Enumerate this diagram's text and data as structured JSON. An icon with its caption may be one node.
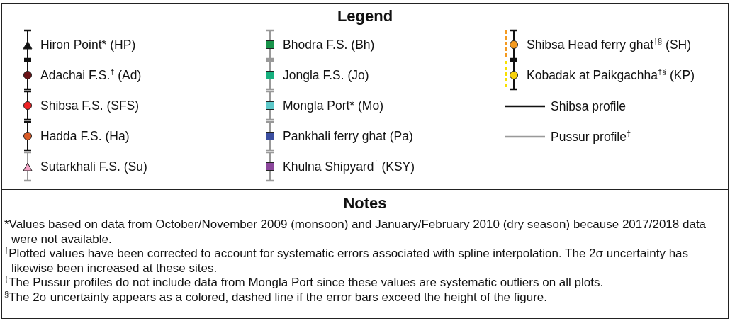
{
  "diagram": {
    "title": "Legend",
    "legend": [
      {
        "text": "Hiron Point* (HP)"
      },
      {
        "text": "Adachai F.S.$^{†}$ (Ad)"
      },
      {
        "text": "Shibsa F.S. (SFS)"
      },
      {
        "text": "Hadda F.S. (Ha)"
      },
      {
        "text": "Sutarkhali F.S. (Su)"
      },
      {
        "text": "Bhodra F.S. (Bh)"
      },
      {
        "text": "Jongla F.S. (Jo)"
      },
      {
        "text": "Mongla Port* (Mo)"
      },
      {
        "text": "Pankhali ferry ghat (Pa)"
      },
      {
        "text": "Khulna Shipyard$^{†}$ (KSY)"
      },
      {
        "text": "Shibsa Head ferry ghat$^{†§}$ (SH)"
      },
      {
        "text": "Kobadak at Paikgachha$^{†§}$ (KP)"
      },
      {
        "text": "Shibsa profile"
      },
      {
        "text": "Pussur profile$^{‡}$"
      }
    ],
    "labels": [
      "Notes",
      "*Values based on data from October/November 2009 (monsoon) and January/February 2010 (dry season) because 2017/2018 data were not available.",
      "$^{†}$Plotted values have been corrected to account for systematic errors associated with spline interpolation. The 2σ uncertainty has likewise been increased at these sites.",
      "$^{‡}$The Pussur profiles do not include data from Mongla Port since these values are systematic outliers on all plots.",
      "$^{§}$The 2σ uncertainty appears as a colored, dashed line if the error bars exceed the height of the figure."
    ]
  }
}
